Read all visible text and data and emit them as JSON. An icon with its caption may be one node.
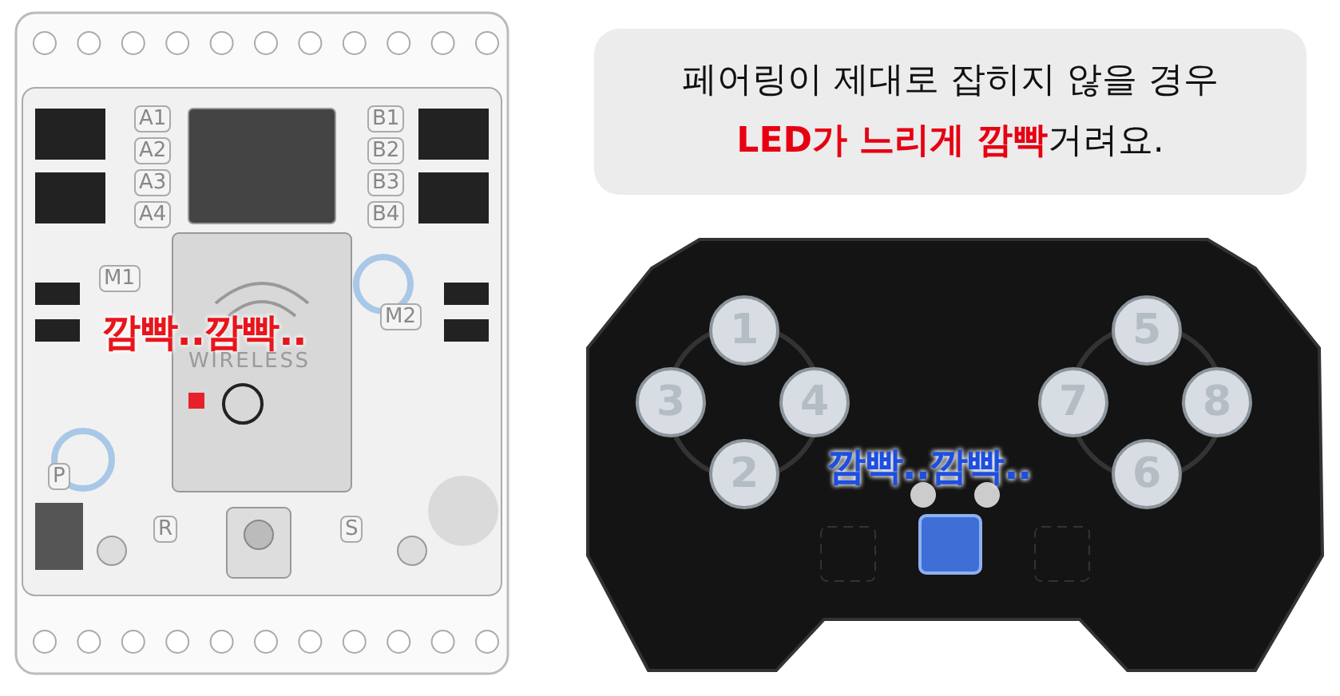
{
  "diagram": {
    "nodes": [
      {
        "text": [
          "페어링이 제대로 잡히지 않을 경우 **LED가 느리게 깜빡**거려요."
        ]
      },
      {
        "text": [
          "1"
        ]
      },
      {
        "text": [
          "5"
        ]
      },
      {
        "text": [
          "3"
        ]
      },
      {
        "text": [
          "4"
        ]
      },
      {
        "text": [
          "7"
        ]
      },
      {
        "text": [
          "8"
        ]
      },
      {
        "text": [
          "2"
        ]
      },
      {
        "text": [
          "6"
        ]
      }
    ],
    "labels": [
      "A1",
      "A2",
      "B1",
      "B2",
      "A3",
      "B3",
      "A4",
      "B4",
      "M1",
      "M2",
      "깜빡..깜빡..",
      "WIRELESS",
      "P",
      "R",
      "S",
      "깜빡..깜빡.."
    ]
  }
}
